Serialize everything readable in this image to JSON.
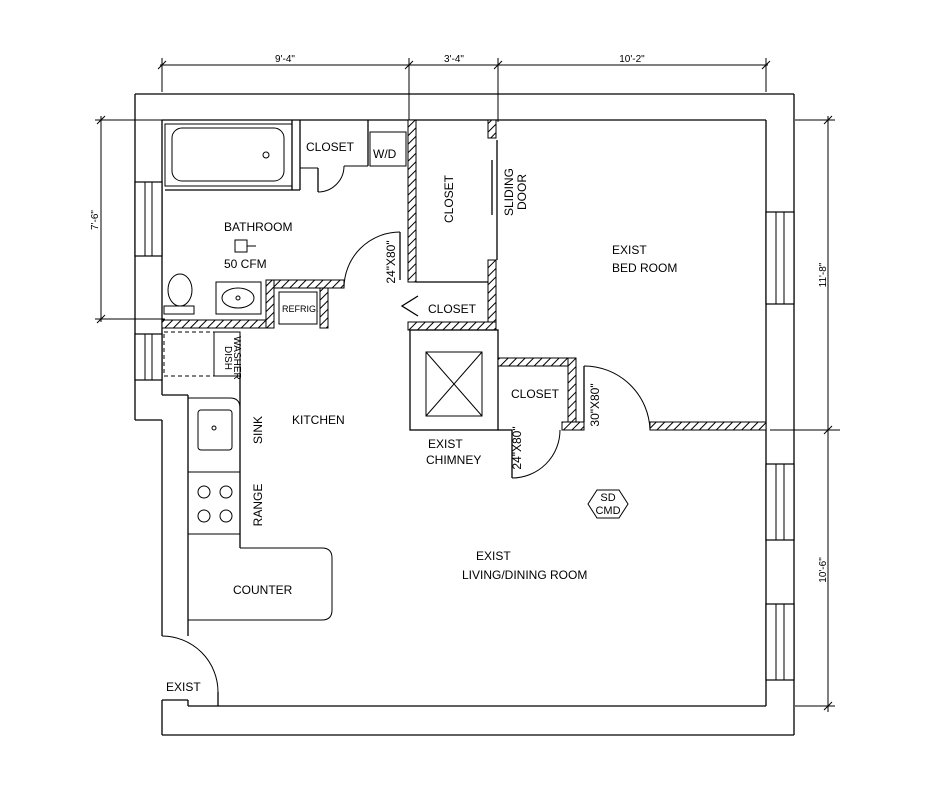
{
  "dimensions": {
    "top": [
      "9'-4\"",
      "3'-4\"",
      "10'-2\""
    ],
    "left": "7'-6\"",
    "right_upper": "11'-8\"",
    "right_lower": "10'-6\""
  },
  "rooms": {
    "bathroom": "BATHROOM",
    "fan": "50 CFM",
    "closet_bath": "CLOSET",
    "washer_dryer": "W/D",
    "closet_hall": "CLOSET",
    "sliding_door": [
      "SLIDING",
      "DOOR"
    ],
    "bedroom": [
      "EXIST",
      "BED ROOM"
    ],
    "refrigerator": "REFRIG.",
    "closet_entry": "CLOSET",
    "dishwasher": [
      "DISH",
      "WASHER"
    ],
    "kitchen": "KITCHEN",
    "sink": "SINK",
    "range": "RANGE",
    "counter": "COUNTER",
    "chimney": [
      "EXIST",
      "CHIMNEY"
    ],
    "closet_chimney": "CLOSET",
    "smoke_detector": [
      "SD",
      "CMD"
    ],
    "living": [
      "EXIST",
      "LIVING/DINING ROOM"
    ],
    "entry": "EXIST"
  },
  "doors": {
    "bath_door": "24\"X80\"",
    "closet_door": "24\"X80\"",
    "bedroom_door": "30\"X80\""
  }
}
